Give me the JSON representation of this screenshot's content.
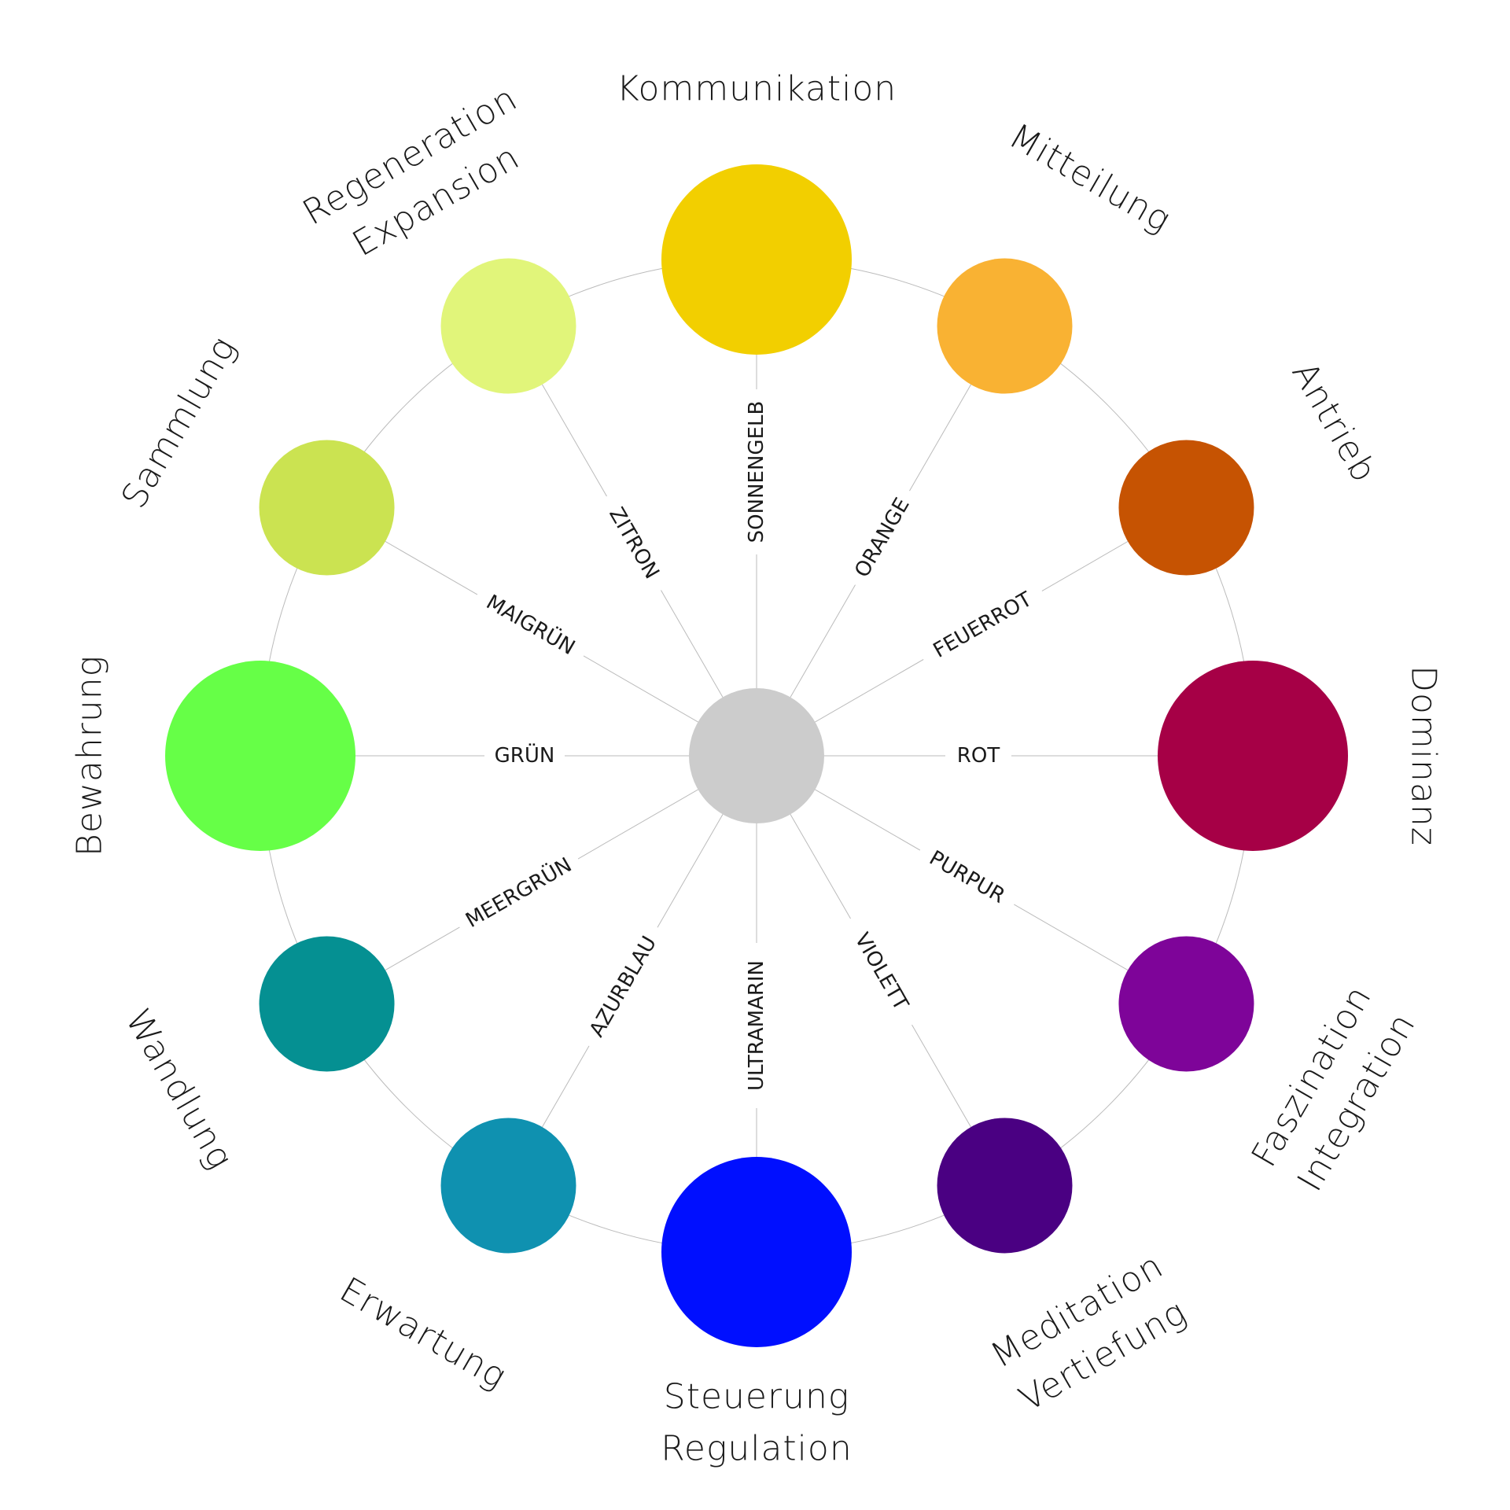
{
  "center_color": "#CCCCCC",
  "line_color": "#BBBBBB",
  "colors": [
    {
      "name": "SONNENGELB",
      "hex": "#F2CF00",
      "size": "large",
      "meaning": [
        "Kommunikation"
      ]
    },
    {
      "name": "ORANGE",
      "hex": "#F9B233",
      "size": "small",
      "meaning": [
        "Mitteilung"
      ]
    },
    {
      "name": "FEUERROT",
      "hex": "#C65302",
      "size": "small",
      "meaning": [
        "Antrieb"
      ]
    },
    {
      "name": "ROT",
      "hex": "#A60046",
      "size": "large",
      "meaning": [
        "Dominanz"
      ]
    },
    {
      "name": "PURPUR",
      "hex": "#7E0499",
      "size": "small",
      "meaning": [
        "Faszination",
        "Integration"
      ]
    },
    {
      "name": "VIOLETT",
      "hex": "#4A0082",
      "size": "small",
      "meaning": [
        "Meditation",
        "Vertiefung"
      ]
    },
    {
      "name": "ULTRAMARIN",
      "hex": "#000FFF",
      "size": "large",
      "meaning": [
        "Steuerung",
        "Regulation"
      ]
    },
    {
      "name": "AZURBLAU",
      "hex": "#0F91B0",
      "size": "small",
      "meaning": [
        "Erwartung"
      ]
    },
    {
      "name": "MEERGRÜN",
      "hex": "#059092",
      "size": "small",
      "meaning": [
        "Wandlung"
      ]
    },
    {
      "name": "GRÜN",
      "hex": "#66FF47",
      "size": "large",
      "meaning": [
        "Bewahrung"
      ]
    },
    {
      "name": "MAIGRÜN",
      "hex": "#CBE351",
      "size": "small",
      "meaning": [
        "Sammlung"
      ]
    },
    {
      "name": "ZITRON",
      "hex": "#E1F57A",
      "size": "small",
      "meaning": [
        "Regeneration",
        "Expansion"
      ]
    }
  ]
}
